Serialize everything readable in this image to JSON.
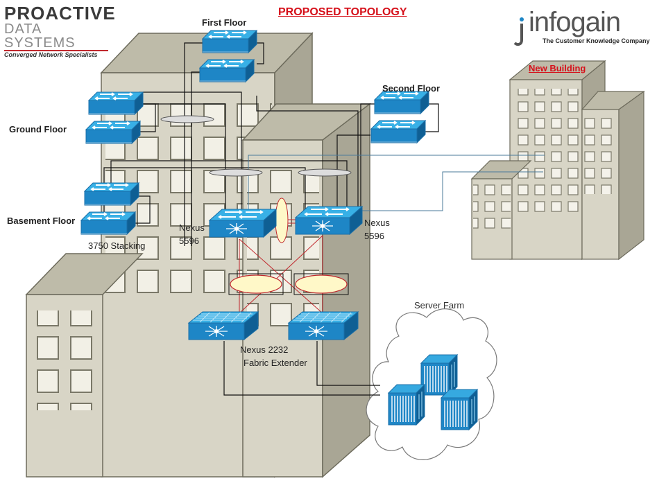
{
  "title": "PROPOSED   TOPOLOGY",
  "logos": {
    "left": {
      "line1": "PROACTIVE",
      "line2": "DATA SYSTEMS",
      "tagline": "Converged Network Specialists"
    },
    "right": {
      "name": "infogain",
      "tagline": "The Customer Knowledge Company"
    }
  },
  "labels": {
    "first_floor": "First Floor",
    "second_floor": "Second Floor",
    "ground_floor": "Ground Floor",
    "basement_floor": "Basement Floor",
    "stacking": "3750 Stacking",
    "nexus_left": "Nexus\n5596",
    "nexus_right": "Nexus\n5596",
    "fex_line1": "Nexus 2232",
    "fex_line2": "Fabric Extender",
    "server_farm": "Server Farm",
    "new_building": "New Building"
  },
  "colors": {
    "title": "#d6101a",
    "switch_top": "#2aa2dc",
    "switch_front": "#1570b0",
    "building_front": "#d8d5c6",
    "building_side": "#a9a695",
    "link": "#111111",
    "red_link": "#c0282d",
    "blue_link": "#4a7a9a"
  }
}
